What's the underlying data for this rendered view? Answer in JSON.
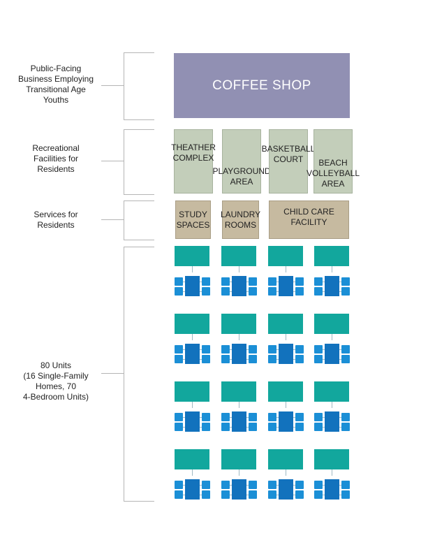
{
  "rows": [
    {
      "label": "Public-Facing\nBusiness Employing\nTransitional Age\nYouths"
    },
    {
      "label": "Recreational\nFacilities for\nResidents"
    },
    {
      "label": "Services for\nResidents"
    },
    {
      "label": "80 Units\n(16 Single-Family\nHomes, 70\n4-Bedroom Units)"
    }
  ],
  "coffee_shop": "COFFEE SHOP",
  "recreation": [
    "THEATHER\nCOMPLEX",
    "PLAYGROUND\nAREA",
    "BASKETBALL\nCOURT",
    "BEACH\nVOLLEYBALL\nAREA"
  ],
  "services": [
    "STUDY\nSPACES",
    "LAUNDRY\nROOMS",
    "CHILD CARE\nFACILITY"
  ],
  "colors": {
    "coffee": "#9190b3",
    "recreation": "#c3ceba",
    "services": "#c6baa0",
    "single_family_home": "#12a79d",
    "apartment_unit": "#1272bd"
  },
  "units": {
    "groups": 4,
    "columns": 4
  }
}
